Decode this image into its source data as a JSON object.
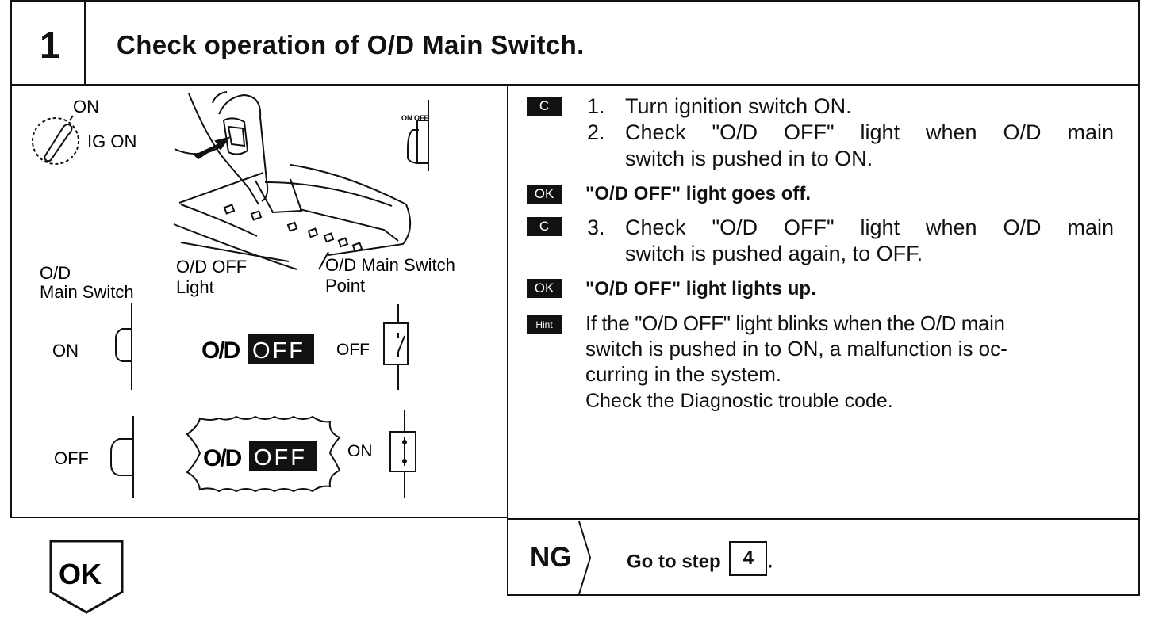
{
  "header": {
    "step_number": "1",
    "title": "Check operation of O/D Main Switch."
  },
  "figure": {
    "ignition_on": "ON",
    "ignition_ig_on": "IG ON",
    "small_switch_label": "ON OFF",
    "label_main_switch_1": "O/D",
    "label_main_switch_2": "Main Switch",
    "label_off_light_1": "O/D OFF",
    "label_off_light_2": "Light",
    "label_point_1": "O/D Main Switch",
    "label_point_2": "Point",
    "row1_state": "ON",
    "row2_state": "OFF",
    "lamp_od": "O/D",
    "lamp_off": "OFF",
    "row1_point_state": "OFF",
    "row2_point_state": "ON"
  },
  "instructions": {
    "tag_c": "C",
    "tag_ok": "OK",
    "tag_hint": "Hint",
    "step1_num": "1.",
    "step1_text": "Turn ignition switch ON.",
    "step2_num": "2.",
    "step2_line1": "Check \"O/D OFF\" light when O/D main",
    "step2_line2": "switch is pushed in to ON.",
    "ok1": "\"O/D OFF\" light goes off.",
    "step3_num": "3.",
    "step3_line1": "Check \"O/D OFF\" light when O/D main",
    "step3_line2": "switch is pushed again, to OFF.",
    "ok2": "\"O/D OFF\" light lights up.",
    "hint_line1": "If the \"O/D OFF\" light blinks when the O/D main",
    "hint_line2": "switch is pushed in to ON, a malfunction is oc-",
    "hint_line3": "curring in the system.",
    "hint_line4": "Check the Diagnostic trouble code."
  },
  "result": {
    "ok_label": "OK",
    "ng_label": "NG",
    "goto_text": "Go to step",
    "goto_step": "4",
    "goto_period": "."
  }
}
